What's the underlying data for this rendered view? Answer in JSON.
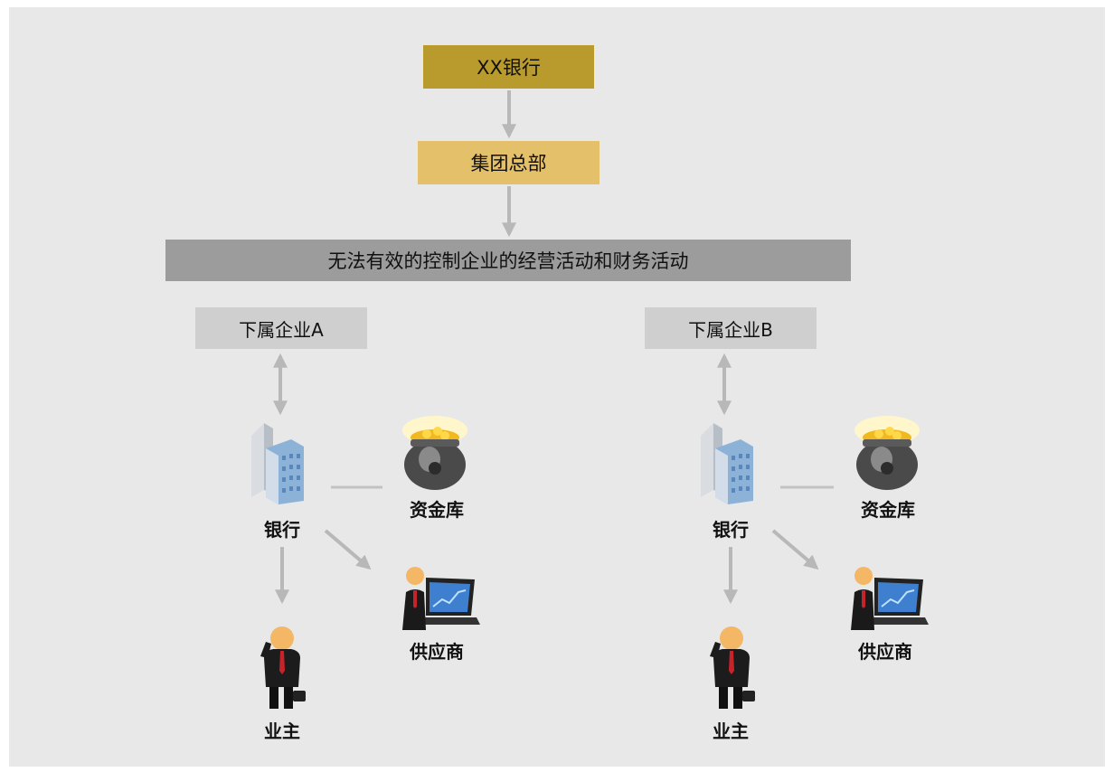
{
  "bank_box": {
    "label": "XX银行"
  },
  "hq_box": {
    "label": "集团总部"
  },
  "status_bar": {
    "label": "无法有效的控制企业的经营活动和财务活动"
  },
  "groups": [
    {
      "title": "下属企业A",
      "bank_label": "银行",
      "vault_label": "资金库",
      "supplier_label": "供应商",
      "owner_label": "业主"
    },
    {
      "title": "下属企业B",
      "bank_label": "银行",
      "vault_label": "资金库",
      "supplier_label": "供应商",
      "owner_label": "业主"
    }
  ],
  "colors": {
    "bank_box": "#b99a2c",
    "hq_box": "#e5c06a",
    "status_bar": "#9c9c9c",
    "subsidiary_box": "#cfcfcf",
    "arrow": "#b8b8b8",
    "background": "#e8e8e8"
  },
  "icons": {
    "bank": "office-building-icon",
    "vault": "gold-pot-safe-icon",
    "supplier": "businessman-laptop-icon",
    "owner": "businessman-briefcase-icon"
  }
}
